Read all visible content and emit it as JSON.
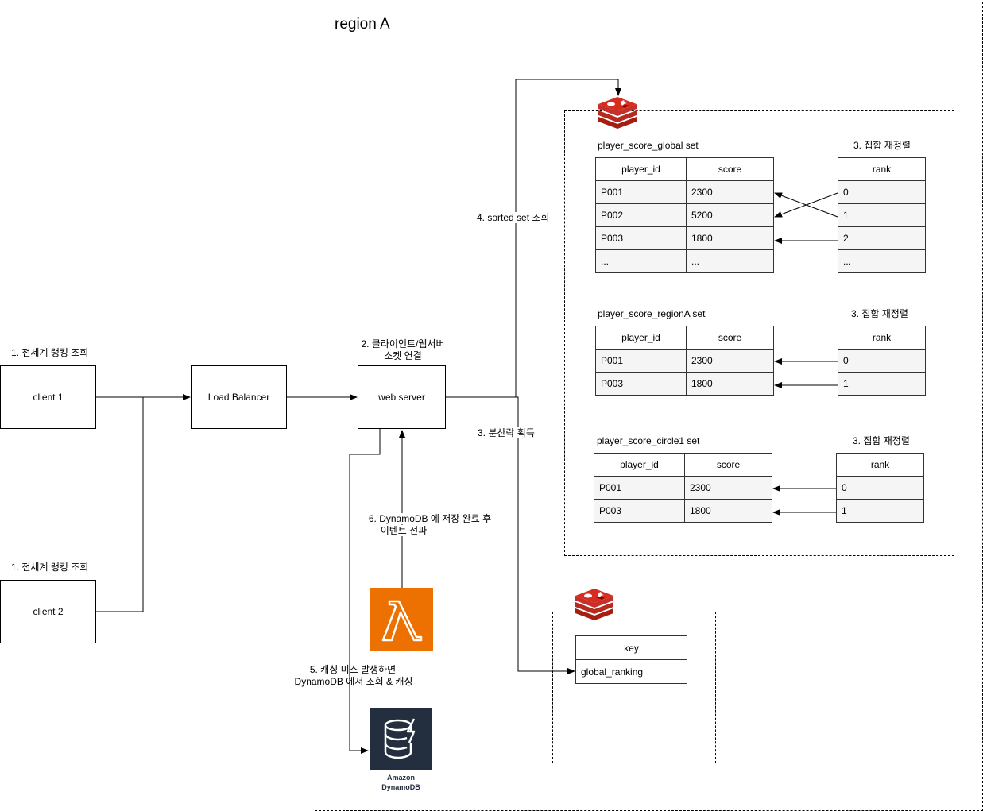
{
  "region": {
    "title": "region A"
  },
  "clients": [
    {
      "label": "client 1",
      "caption": "1. 전세계 랭킹 조회"
    },
    {
      "label": "client 2",
      "caption": "1. 전세계 랭킹 조회"
    }
  ],
  "load_balancer": {
    "label": "Load Balancer"
  },
  "web_server": {
    "label": "web server",
    "caption_line1": "2. 클라이언트/웹서버",
    "caption_line2": "소켓 연결"
  },
  "edges": {
    "sorted_set": "4. sorted set 조회",
    "lock": "3. 분산락 획득",
    "event_line1": "6. DynamoDB 에 저장 완료 후",
    "event_line2": "이벤트 전파",
    "cache_miss_line1": "5. 캐싱 미스 발생하면",
    "cache_miss_line2": "DynamoDB 에서 조회 & 캐싱"
  },
  "sets": [
    {
      "title": "player_score_global set",
      "rerank": "3. 집합 재정렬",
      "headers": [
        "player_id",
        "score",
        "rank"
      ],
      "rows": [
        {
          "player_id": "P001",
          "score": "2300",
          "rank": "0"
        },
        {
          "player_id": "P002",
          "score": "5200",
          "rank": "1"
        },
        {
          "player_id": "P003",
          "score": "1800",
          "rank": "2"
        },
        {
          "player_id": "...",
          "score": "...",
          "rank": "..."
        }
      ]
    },
    {
      "title": "player_score_regionA set",
      "rerank": "3. 집합 재정렬",
      "headers": [
        "player_id",
        "score",
        "rank"
      ],
      "rows": [
        {
          "player_id": "P001",
          "score": "2300",
          "rank": "0"
        },
        {
          "player_id": "P003",
          "score": "1800",
          "rank": "1"
        }
      ]
    },
    {
      "title": "player_score_circle1 set",
      "rerank": "3. 집합 재정렬",
      "headers": [
        "player_id",
        "score",
        "rank"
      ],
      "rows": [
        {
          "player_id": "P001",
          "score": "2300",
          "rank": "0"
        },
        {
          "player_id": "P003",
          "score": "1800",
          "rank": "1"
        }
      ]
    }
  ],
  "lock_store": {
    "header": "key",
    "value": "global_ranking"
  },
  "dynamodb": {
    "caption_line1": "Amazon",
    "caption_line2": "DynamoDB"
  },
  "icons": {
    "redis_main": "redis-icon",
    "redis_lock": "redis-icon",
    "lambda": "aws-lambda-icon",
    "dynamodb": "dynamodb-icon"
  },
  "colors": {
    "redis": "#c6302b",
    "lambda": "#ed7100",
    "dynamodb_bg": "#232f3e"
  }
}
